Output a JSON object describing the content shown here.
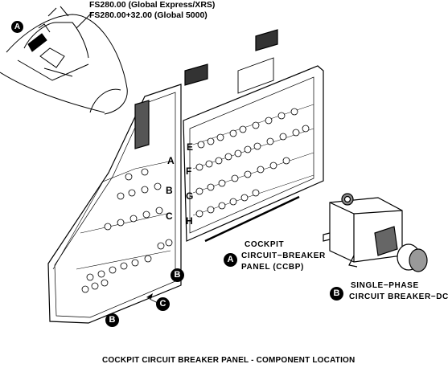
{
  "location_note": {
    "line1": "FS280.00 (Global Express/XRS)",
    "line2": "FS280.00+32.00 (Global 5000)"
  },
  "callouts": {
    "a": "A",
    "b": "B",
    "c": "C"
  },
  "legend": {
    "a_line1": "COCKPIT",
    "a_line2": "CIRCUIT−BREAKER",
    "a_line3": "PANEL (CCBP)",
    "b_line1": "SINGLE−PHASE",
    "b_line2": "CIRCUIT BREAKER−DC"
  },
  "panel_rows": {
    "a": "A",
    "b": "B",
    "c": "C",
    "e": "E",
    "f": "F",
    "g": "G",
    "h": "H"
  },
  "caption": "COCKPIT CIRCUIT BREAKER PANEL - COMPONENT LOCATION"
}
